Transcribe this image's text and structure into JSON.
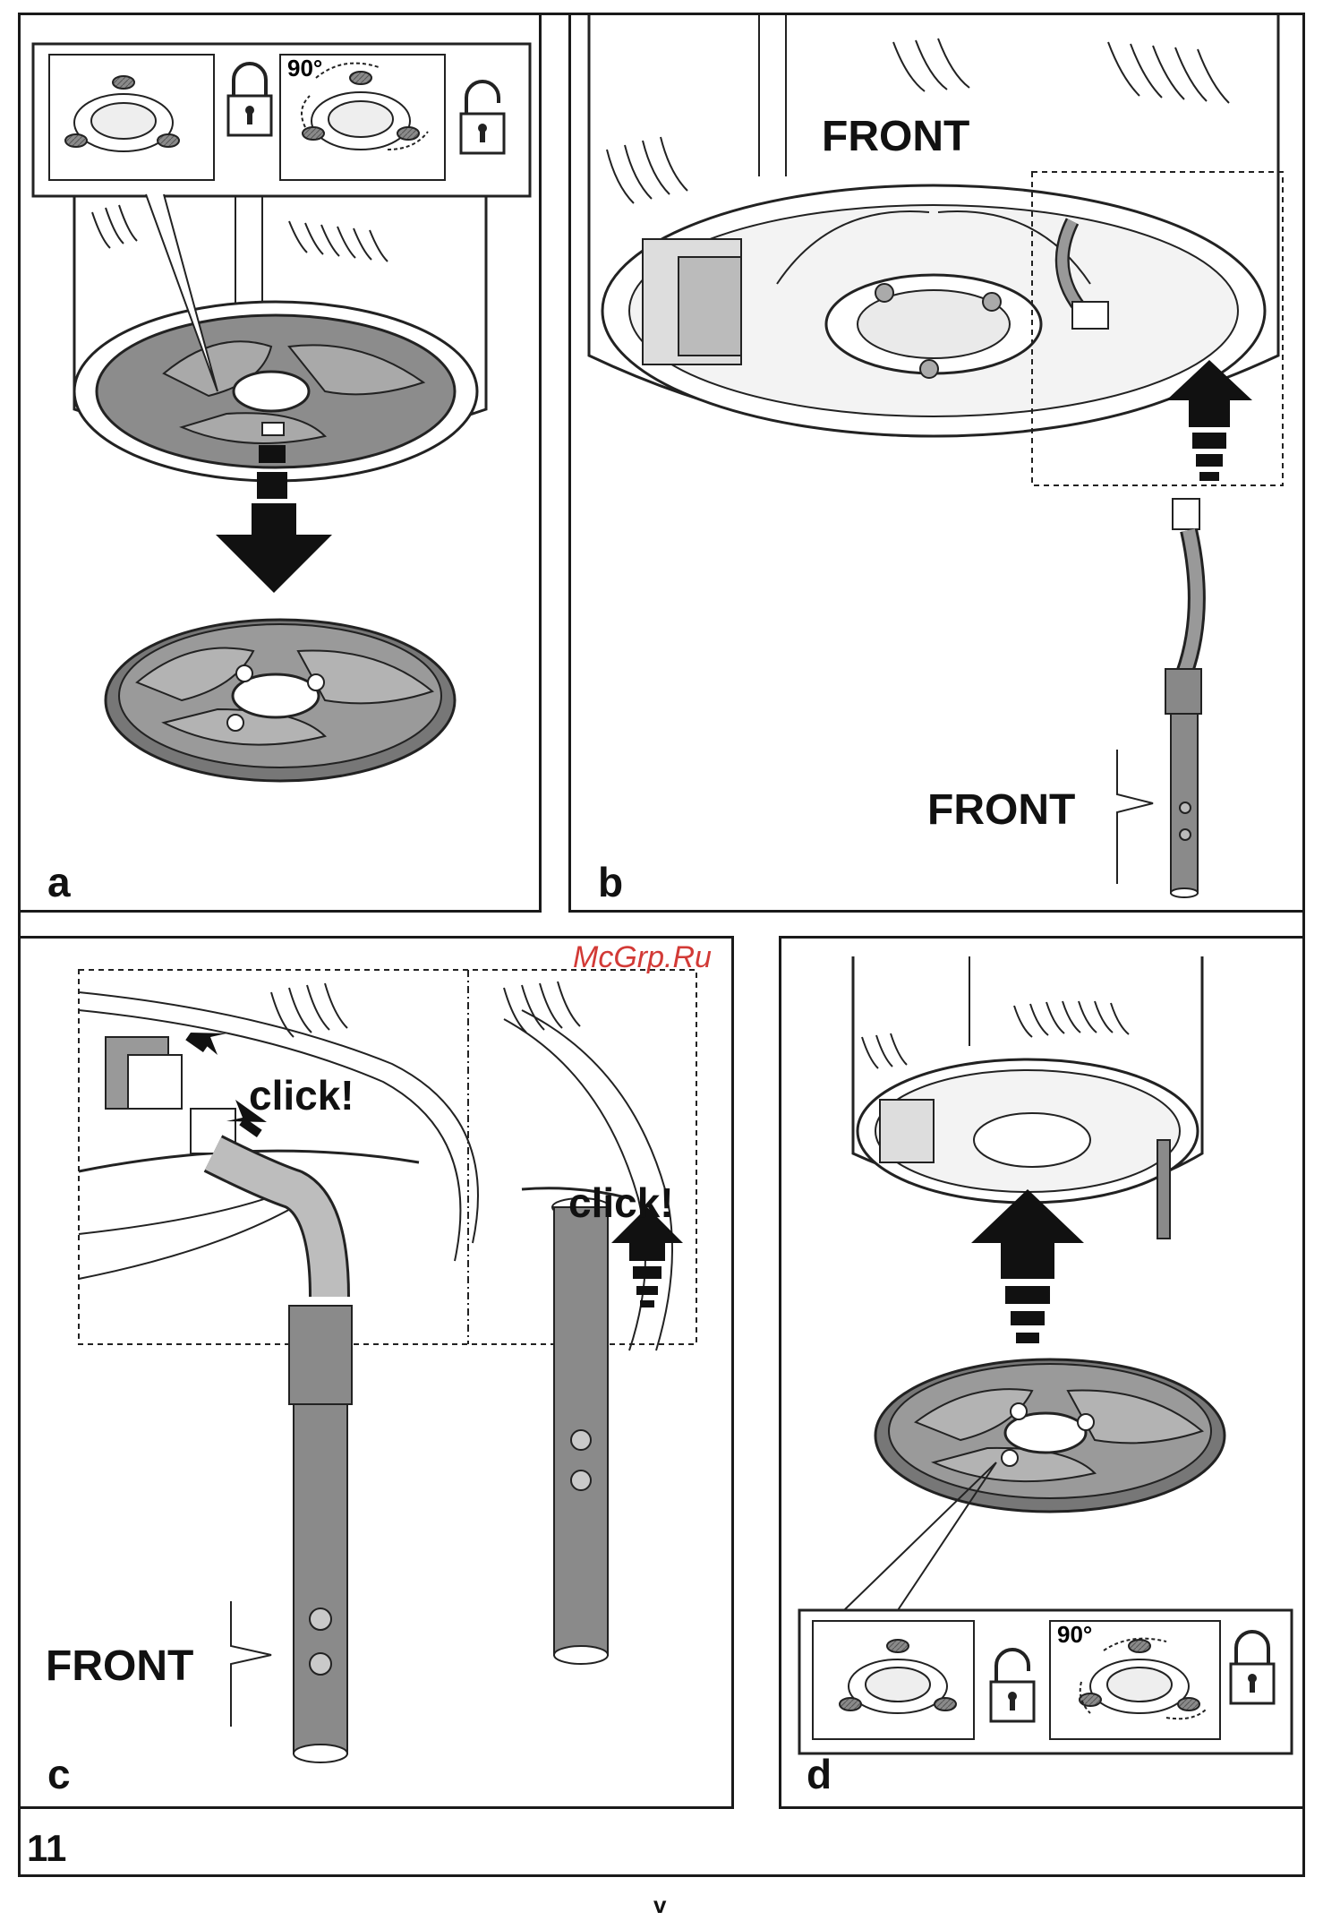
{
  "figure": {
    "number": "11",
    "page_mark": "v"
  },
  "watermark": "McGrp.Ru",
  "panels": {
    "a": {
      "label": "a",
      "angle": "90°"
    },
    "b": {
      "label": "b",
      "front_top": "FRONT",
      "front_side": "FRONT"
    },
    "c": {
      "label": "c",
      "click_left": "click!",
      "click_right": "click!",
      "front": "FRONT"
    },
    "d": {
      "label": "d",
      "angle": "90°"
    }
  }
}
